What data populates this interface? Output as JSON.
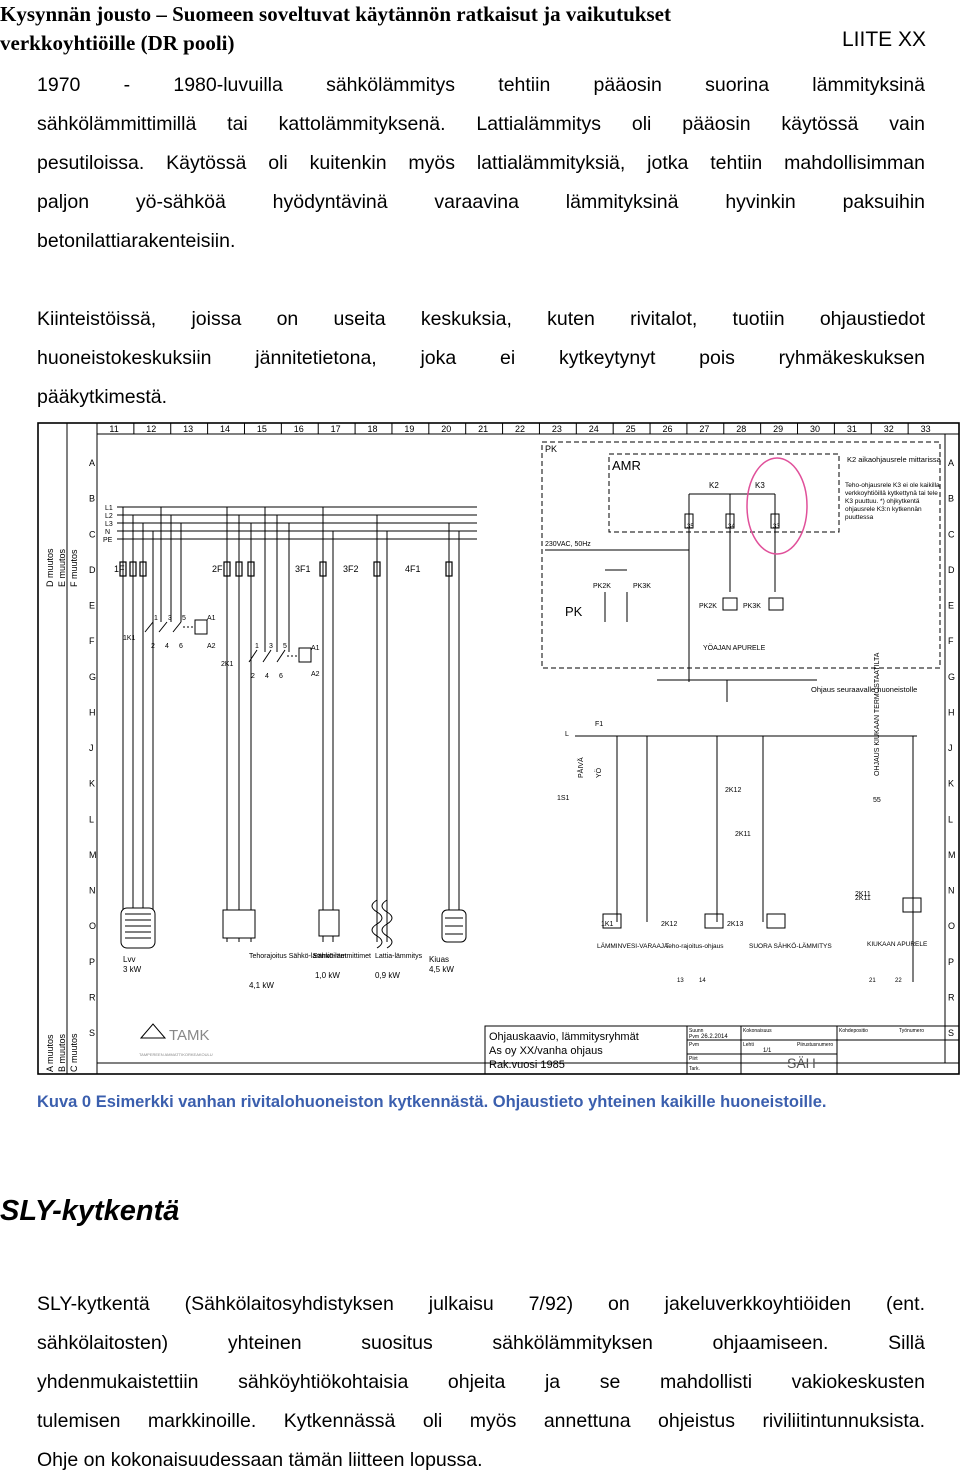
{
  "header": {
    "title_line1": "Kysynnän jousto – Suomeen soveltuvat käytännön ratkaisut ja vaikutukset",
    "title_line2": "verkkoyhtiöille (DR pooli)",
    "appendix": "LIITE XX"
  },
  "paragraph1": [
    "1970 - 1980-luvuilla sähkölämmitys tehtiin pääosin suorina lämmityksinä",
    "sähkölämmittimillä tai kattolämmityksenä. Lattialämmitys oli pääosin käytössä vain",
    "pesutiloissa. Käytössä oli kuitenkin myös lattialämmityksiä, jotka tehtiin mahdollisimman",
    "paljon yö-sähköä hyödyntävinä varaavina lämmityksinä hyvinkin paksuihin",
    "betonilattiarakenteisiin."
  ],
  "paragraph2": [
    "Kiinteistöissä, joissa on useita keskuksia, kuten rivitalot, tuotiin ohjaustiedot",
    "huoneistokeskuksiin jännitetietona, joka ei kytkeytynyt pois ryhmäkeskuksen",
    "pääkytkimestä."
  ],
  "figure": {
    "column_numbers": [
      "11",
      "12",
      "13",
      "14",
      "15",
      "16",
      "17",
      "18",
      "19",
      "20",
      "21",
      "22",
      "23",
      "24",
      "25",
      "26",
      "27",
      "28",
      "29",
      "30",
      "31",
      "32",
      "33"
    ],
    "row_letters": [
      "A",
      "B",
      "C",
      "D",
      "E",
      "F",
      "G",
      "H",
      "J",
      "K",
      "L",
      "M",
      "N",
      "O",
      "P",
      "R",
      "S"
    ],
    "revision_labels_top": [
      "D muutos",
      "E muutos",
      "F muutos"
    ],
    "revision_labels_bottom": [
      "A muutos",
      "B muutos",
      "C muutos"
    ],
    "bus_labels": [
      "L1",
      "L2",
      "L3",
      "N",
      "PE"
    ],
    "fuses": [
      "1F",
      "2F",
      "3F1",
      "3F2",
      "4F1"
    ],
    "contactors": [
      "1K1",
      "2K1"
    ],
    "contact_numbers_top": [
      "1",
      "3",
      "5"
    ],
    "contact_numbers_bottom": [
      "2",
      "4",
      "6"
    ],
    "coil_labels": [
      "A1",
      "A2"
    ],
    "loads": [
      {
        "name": "Lvv",
        "value": "3 kW"
      },
      {
        "name": "Tehorajoitus Sähkö-lämmittimet",
        "value": "4,1 kW"
      },
      {
        "name": "Sähkö-lämmittimet",
        "value": "1,0 kW"
      },
      {
        "name": "Lattia-lämmitys",
        "value": "0,9 kW"
      },
      {
        "name": "Kiuas",
        "value": "4,5 kW"
      }
    ],
    "pk_label": "PK",
    "amr_label": "AMR",
    "relays_top": [
      "K2",
      "K3"
    ],
    "relay_pins": [
      "35",
      "34",
      "33"
    ],
    "supply": "230VAC, 50Hz",
    "pk_relays": [
      "PK2K",
      "PK3K"
    ],
    "pk_big": "PK",
    "yoajan_apurele": "YÖAJAN APURELE",
    "note_k2": "K2 aikaohjausrele mittarissa",
    "note_teho": "Teho-ohjausrele K3 ei ole kaikilla verkkoyhtiöillä kytkettynä tai tele K3 puuttuu. *) ohjkytkentä ohjausrele K3:n kytkennän puuttessa",
    "ohjaus_seuraavalle": "Ohjaus seuraavalle huoneistolle",
    "f1": "F1",
    "l_label": "L",
    "ohjaus_kiukaan": "OHJAUS KIUKAAN TERMOSTAATILTA",
    "switch_labels": [
      "1S1",
      "PÄIVÄ",
      "YÖ"
    ],
    "relay_labels_mid": [
      "2K12",
      "2K11",
      "2K11"
    ],
    "pin55": "55",
    "coils_bottom": [
      "1K1",
      "2K12",
      "2K13",
      "2K11"
    ],
    "coil_names": [
      "LÄMMINVESI-VARAAJA",
      "Teho-rajoitus-ohjaus",
      "SUORA SÄHKÖ-LÄMMITYS",
      "KIUKAAN APURELE"
    ],
    "terminal_nums": [
      "13",
      "14",
      "21",
      "22"
    ],
    "logo": "TAMK",
    "logo_sub": "TAMPEREEN AMMATTIKORKEAKOULU",
    "title_block": {
      "title_lines": [
        "Ohjauskaavio, lämmitysryhmät",
        "As oy XX/vanha ohjaus",
        "Rak.vuosi 1985"
      ],
      "suunn": "Suunn",
      "pvm": "Pvm",
      "pvm_value": "26.2.2014",
      "piirt": "Piirt",
      "tark": "Tark.",
      "kokonaisuus": "Kokonaisuus",
      "lehti": "Lehti",
      "lehti_value": "1/1",
      "piirustusnumero": "Piirustusnumero",
      "koodi": "SÄH",
      "kohdepositio": "Kohdepositio",
      "tyonumero": "Työnumero"
    }
  },
  "caption": "Kuva 0 Esimerkki vanhan rivitalohuoneiston kytkennästä. Ohjaustieto yhteinen kaikille huoneistoille.",
  "section_heading": "SLY-kytkentä",
  "paragraph3": [
    "SLY-kytkentä (Sähkölaitosyhdistyksen julkaisu 7/92) on jakeluverkkoyhtiöiden (ent.",
    "sähkölaitosten) yhteinen suositus sähkölämmityksen ohjaamiseen. Sillä",
    "yhdenmukaistettiin sähköyhtiökohtaisia ohjeita ja se mahdollisti vakiokeskusten",
    "tulemisen markkinoille. Kytkennässä oli myös annettuna ohjeistus riviliitintunnuksista.",
    "Ohje on kokonaisuudessaan tämän liitteen lopussa."
  ],
  "colors": {
    "caption": "#3b5fae",
    "annotation": "#e0509a"
  }
}
